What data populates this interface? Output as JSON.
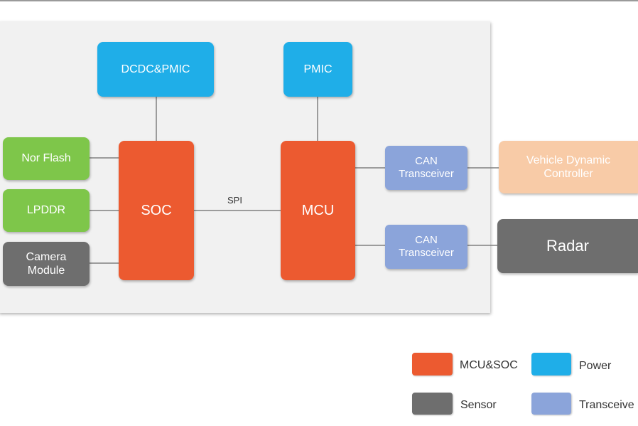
{
  "nodes": {
    "dcdc_pmic": "DCDC&PMIC",
    "pmic": "PMIC",
    "nor_flash": "Nor Flash",
    "lpddr": "LPDDR",
    "camera_module": [
      "Camera",
      "Module"
    ],
    "soc": "SOC",
    "mcu": "MCU",
    "can_transceiver_1": [
      "CAN",
      "Transceiver"
    ],
    "can_transceiver_2": [
      "CAN",
      "Transceiver"
    ],
    "vehicle_dynamic_controller": [
      "Vehicle Dynamic",
      "Controller"
    ],
    "radar": "Radar"
  },
  "links": {
    "soc_mcu": "SPI"
  },
  "legend": [
    {
      "label": "MCU&SOC",
      "color": "#ec5a30"
    },
    {
      "label": "Power",
      "color": "#1faee8"
    },
    {
      "label": "Sensor",
      "color": "#6e6e6e"
    },
    {
      "label": "Transceive",
      "color": "#8ba4da"
    }
  ],
  "colors": {
    "power": "#1faee8",
    "mcu_soc": "#ec5a30",
    "memory": "#7ec64a",
    "sensor": "#6e6e6e",
    "transceiver": "#8ba4da",
    "vehicle_controller": "#f8cba7",
    "panel": "#f1f1f1",
    "wire": "#808080"
  }
}
